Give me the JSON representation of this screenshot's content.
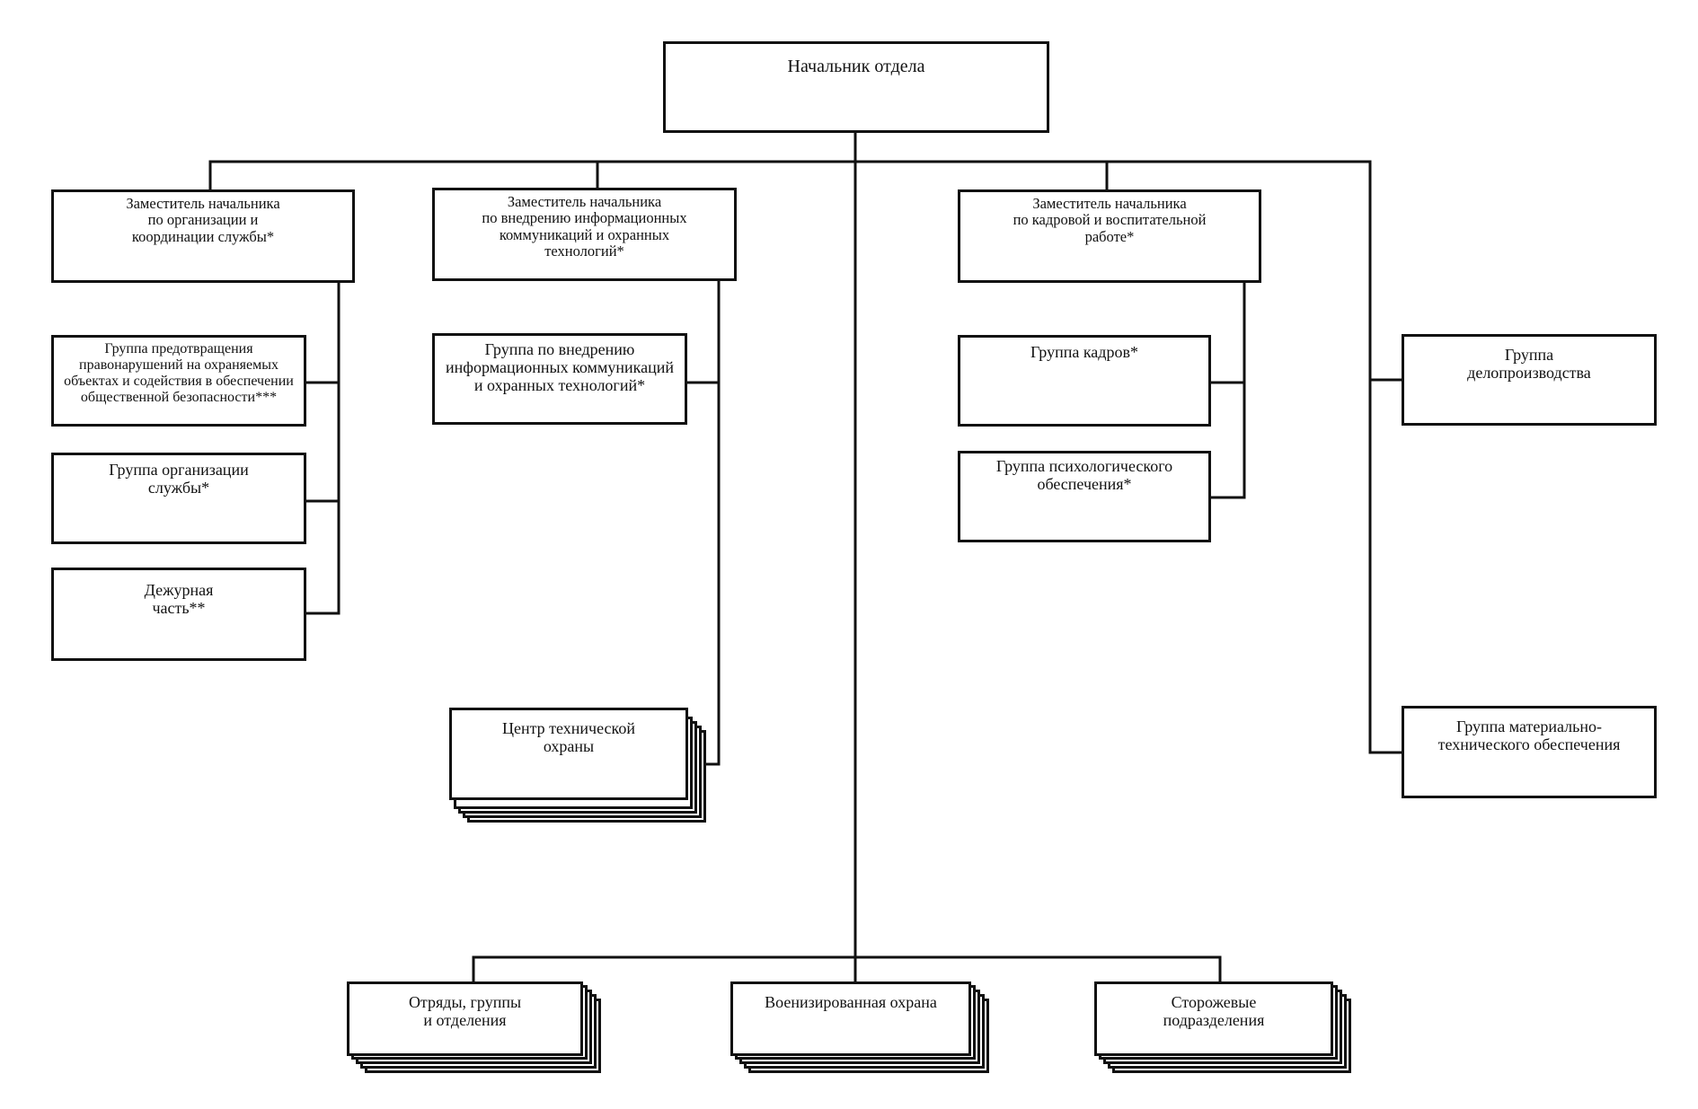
{
  "diagram": {
    "head": "Начальник отдела",
    "deputies": {
      "org": "Заместитель начальника\nпо организации и\nкоординации службы*",
      "it": "Заместитель начальника\nпо внедрению информационных\nкоммуникаций и охранных\nтехнологий*",
      "hr": "Заместитель начальника\nпо кадровой и воспитательной\nработе*"
    },
    "groups": {
      "prevention": "Группа предотвращения\nправонарушений на охраняемых\nобъектах и содействия в обеспечении\nобщественной безопасности***",
      "service_org": "Группа организации\nслужбы*",
      "duty": "Дежурная\nчасть**",
      "it_group": "Группа по внедрению\nинформационных коммуникаций\nи охранных технологий*",
      "tech_center": "Центр технической\nохраны",
      "personnel": "Группа кадров*",
      "psych": "Группа психологического\nобеспечения*",
      "records": "Группа\nделопроизводства",
      "logistics": "Группа материально-\nтехнического обеспечения"
    },
    "bottom": {
      "units": "Отряды, группы\nи отделения",
      "guard": "Военизированная охрана",
      "watch": "Сторожевые\nподразделения"
    }
  }
}
